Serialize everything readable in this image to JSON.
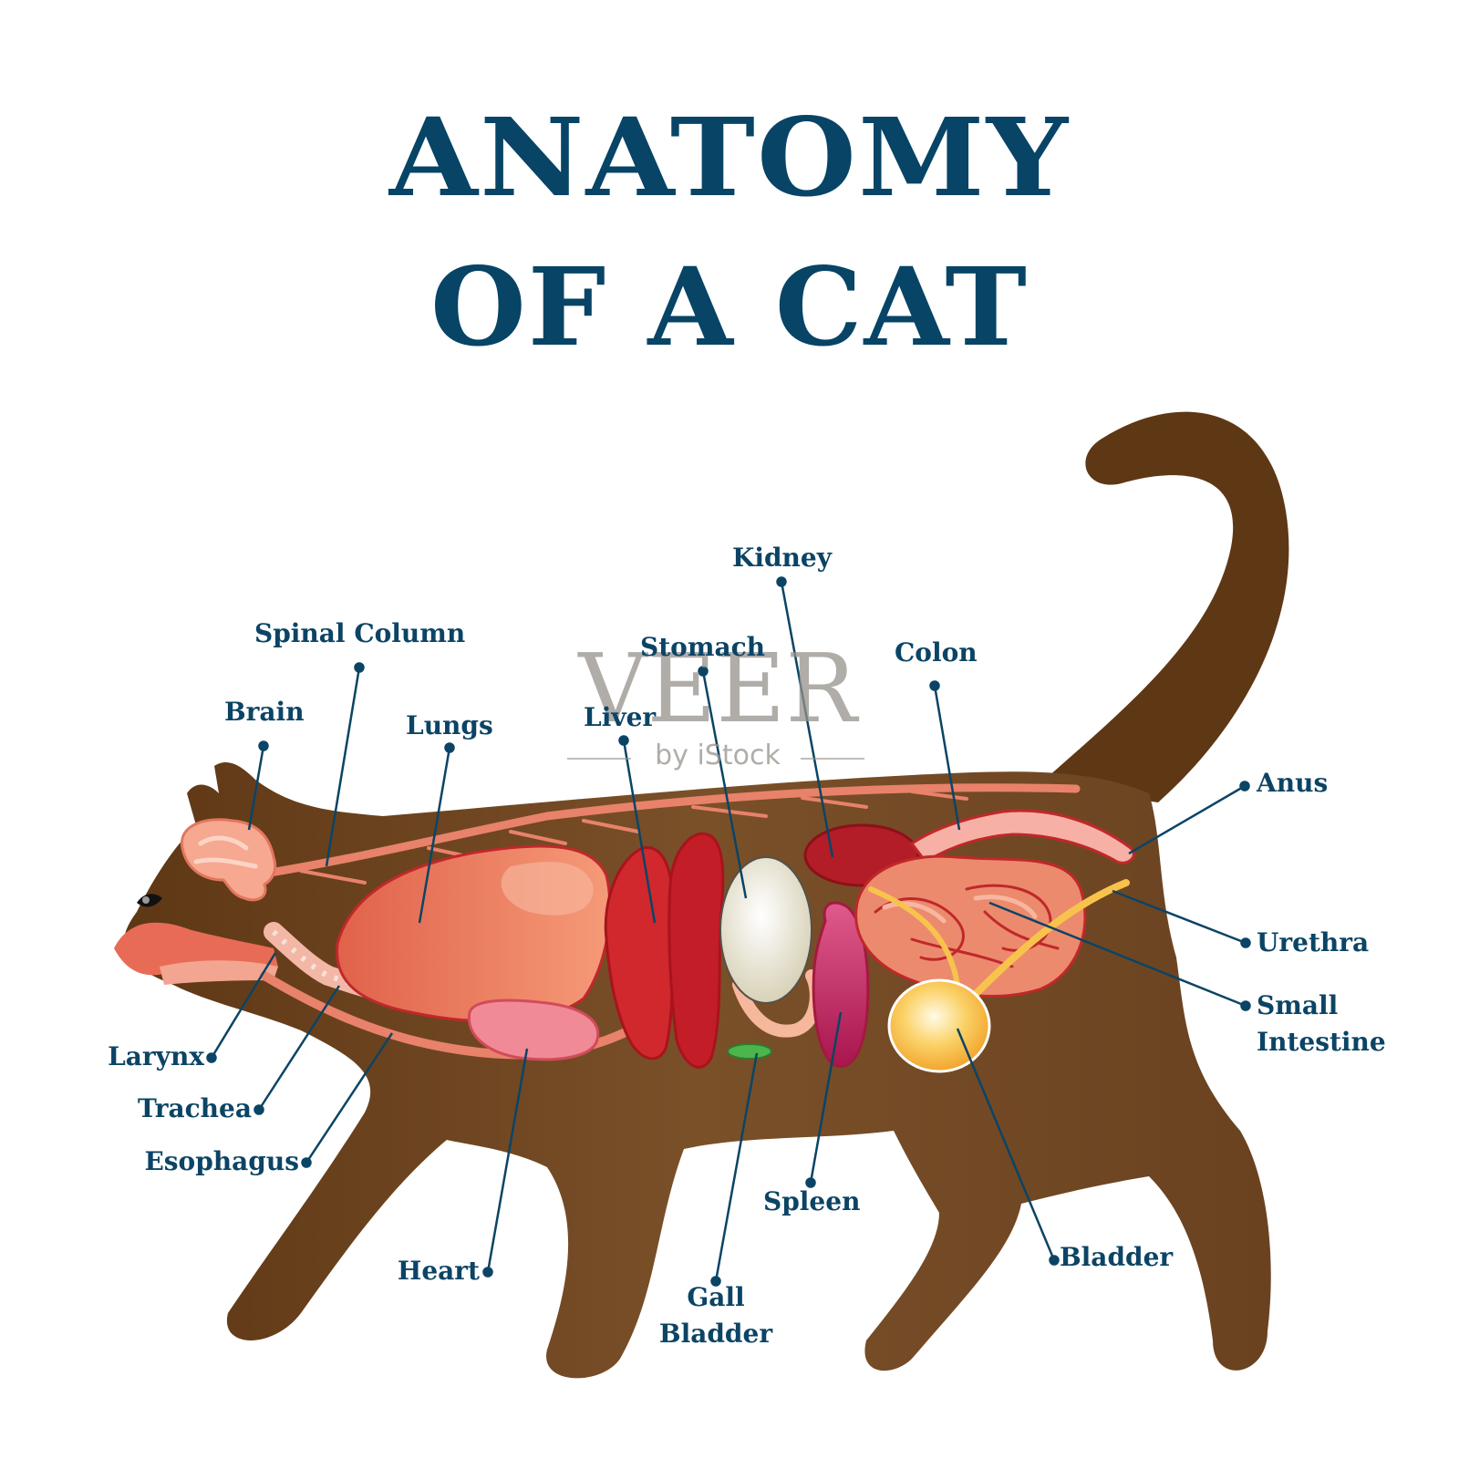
{
  "title": {
    "line1": "ANATOMY",
    "line2": "OF A CAT",
    "color": "#074466"
  },
  "watermark": {
    "brand": "VEER",
    "sub": "by iStock"
  },
  "colors": {
    "fur_dark": "#5e3715",
    "fur_mid": "#7a5029",
    "label": "#0b4465",
    "leader_line": "#0b4465",
    "spine": "#e8826a",
    "lungs": "#e9745a",
    "liver": "#c8202a",
    "stomach": "#ece8d6",
    "spleen": "#c83a7a",
    "heart": "#f08a96",
    "kidney": "#b31d28",
    "intestine": "#ec8a6e",
    "colon": "#f7b0a6",
    "bladder": "#f6b73c",
    "gall_bladder": "#4cb54c",
    "brain": "#f6a890"
  },
  "labels": {
    "spinal_column": "Spinal Column",
    "brain": "Brain",
    "lungs": "Lungs",
    "liver": "Liver",
    "stomach": "Stomach",
    "kidney": "Kidney",
    "colon": "Colon",
    "anus": "Anus",
    "urethra": "Urethra",
    "small_intestine_1": "Small",
    "small_intestine_2": "Intestine",
    "larynx": "Larynx",
    "trachea": "Trachea",
    "esophagus": "Esophagus",
    "heart": "Heart",
    "gall_bladder_1": "Gall",
    "gall_bladder_2": "Bladder",
    "spleen": "Spleen",
    "bladder": "Bladder"
  }
}
